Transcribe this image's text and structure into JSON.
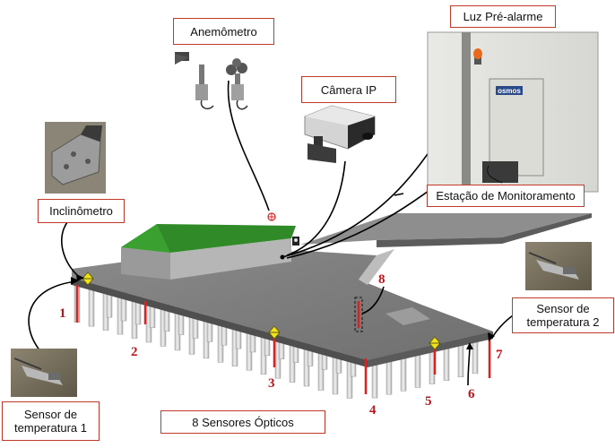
{
  "labels": {
    "anemometro": "Anemômetro",
    "luz": "Luz Pré-alarme",
    "camera": "Câmera IP",
    "estacao": "Estação de Monitoramento",
    "inclinometro": "Inclinômetro",
    "sensor_temp_2_line1": "Sensor de",
    "sensor_temp_2_line2": "temperatura  2",
    "sensor_temp_1_line1": "Sensor de",
    "sensor_temp_1_line2": "temperatura  1",
    "sensores_opticos": "8 Sensores Ópticos"
  },
  "station_panel_brand": "osmos",
  "sensor_numbers": [
    "1",
    "2",
    "3",
    "4",
    "5",
    "6",
    "7",
    "8"
  ],
  "colors": {
    "label_border": "#c0392b",
    "number_red": "#c0131b",
    "roof_green": "#2e8b22",
    "sensor_red": "#e02020",
    "marker_yellow": "#f2e21a"
  }
}
